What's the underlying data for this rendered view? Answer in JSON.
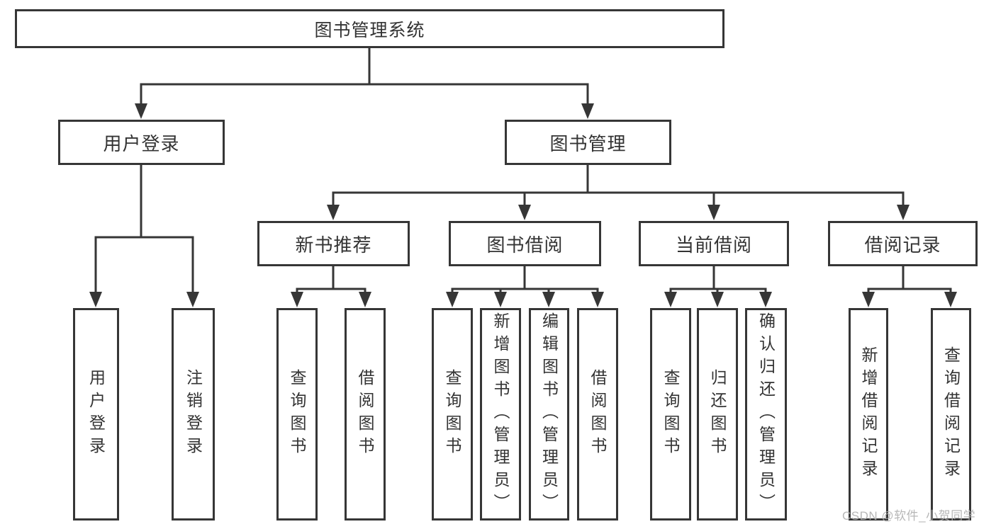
{
  "diagram": {
    "root": {
      "label": "图书管理系统"
    },
    "branches": [
      {
        "label": "用户登录",
        "children": [
          {
            "label": "用户登录"
          },
          {
            "label": "注销登录"
          }
        ]
      },
      {
        "label": "图书管理",
        "groups": [
          {
            "label": "新书推荐",
            "children": [
              {
                "label": "查询图书"
              },
              {
                "label": "借阅图书"
              }
            ]
          },
          {
            "label": "图书借阅",
            "children": [
              {
                "label": "查询图书"
              },
              {
                "label": "新增图书（管理员）"
              },
              {
                "label": "编辑图书（管理员）"
              },
              {
                "label": "借阅图书"
              }
            ]
          },
          {
            "label": "当前借阅",
            "children": [
              {
                "label": "查询图书"
              },
              {
                "label": "归还图书"
              },
              {
                "label": "确认归还（管理员）"
              }
            ]
          },
          {
            "label": "借阅记录",
            "children": [
              {
                "label": "新增借阅记录"
              },
              {
                "label": "查询借阅记录"
              }
            ]
          }
        ]
      }
    ]
  },
  "watermark": {
    "label": "CSDN @软件_小贺同学"
  },
  "colors": {
    "line": "#363636",
    "text": "#333333",
    "box_background": "#ffffff",
    "watermark_text": "#b0b0b0"
  }
}
